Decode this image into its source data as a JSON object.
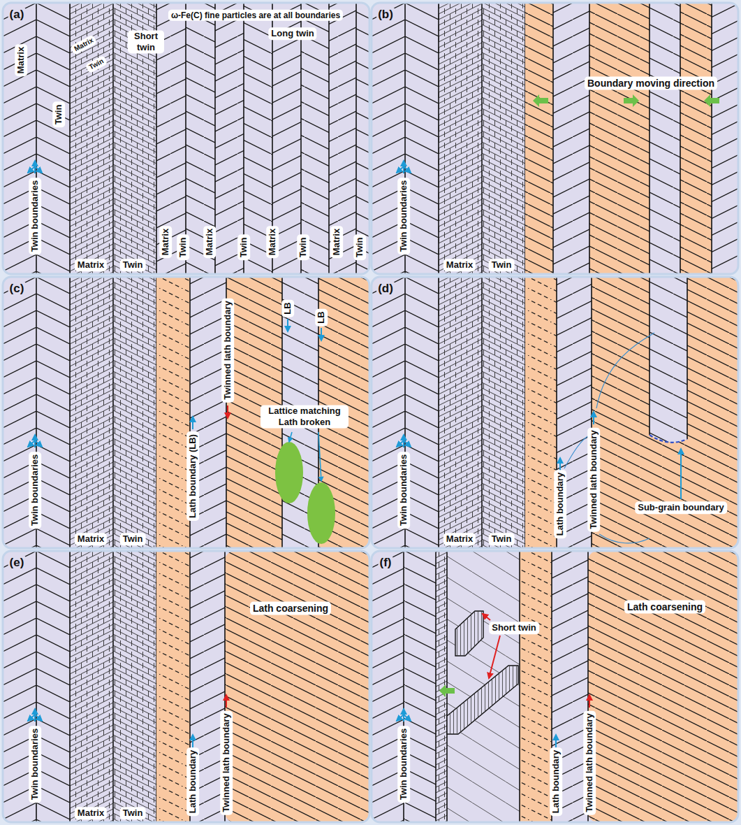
{
  "diagram": {
    "nodes": [
      {
        "text": [
          "(a)",
          "ω-Fe(C) fine particles are at all boundaries",
          "Long twin",
          "Short twin",
          "Matrix",
          "Twin",
          "Matrix",
          "Twin",
          "Twin boundaries",
          "Matrix",
          "Twin",
          "Matrix",
          "Twin",
          "Matrix",
          "Twin",
          "Matrix",
          "Twin",
          "Matrix",
          "Twin"
        ]
      },
      {
        "text": [
          "(b)",
          "Boundary moving direction",
          "Twin boundaries",
          "Matrix",
          "Twin"
        ]
      },
      {
        "text": [
          "(c)",
          "LB",
          "LB",
          "Twinned lath boundary",
          "Lattice matching Lath broken",
          "Lath boundary (LB)",
          "Twin boundaries",
          "Matrix",
          "Twin"
        ]
      },
      {
        "text": [
          "(d)",
          "Lath boundary",
          "Twinned lath boundary",
          "Sub-grain boundary",
          "Twin boundaries",
          "Matrix",
          "Twin"
        ]
      },
      {
        "text": [
          "(e)",
          "Lath coarsening",
          "Lath boundary",
          "Twinned lath boundary",
          "Twin boundaries",
          "Matrix",
          "Twin"
        ]
      },
      {
        "text": [
          "(f)",
          "Short twin",
          "Lath coarsening",
          "Lath boundary",
          "Twinned lath boundary",
          "Twin boundaries"
        ]
      }
    ]
  }
}
